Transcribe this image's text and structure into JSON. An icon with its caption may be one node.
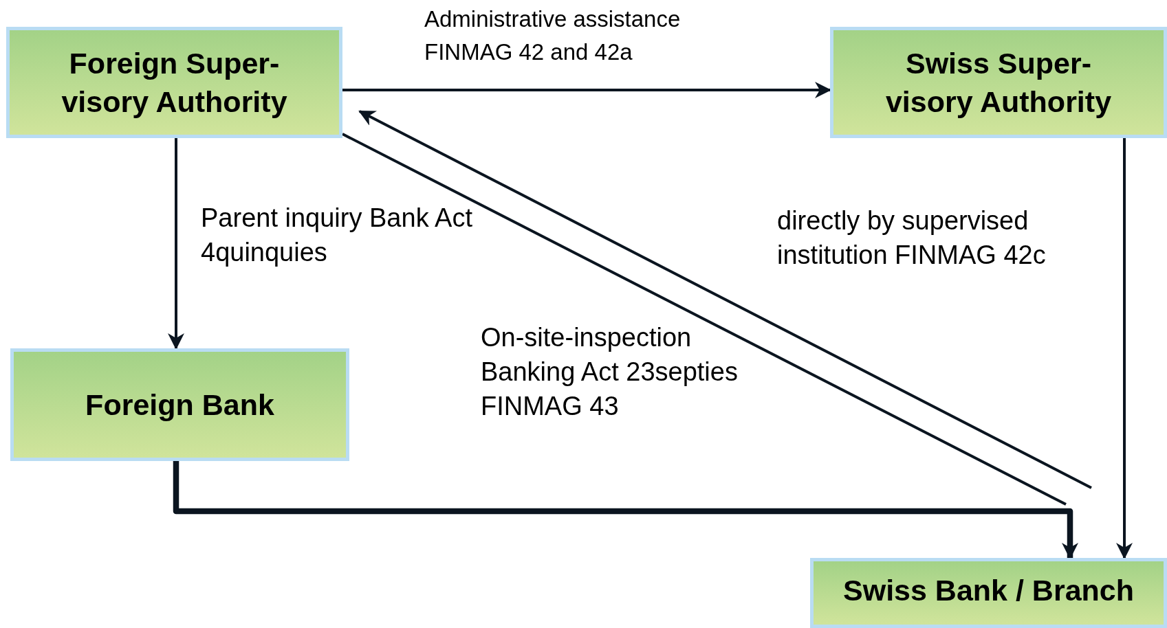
{
  "diagram": {
    "nodes": [
      {
        "text": [
          "Foreign Super- visory Authority"
        ]
      },
      {
        "text": [
          "Swiss Super- visory Authority"
        ]
      },
      {
        "text": [
          "Foreign Bank"
        ]
      },
      {
        "text": [
          "Swiss Bank / Branch"
        ]
      }
    ],
    "edges": [
      {
        "from": 0,
        "to": 1,
        "arrow": "to",
        "label": "Administrative assistance FINMAG 42 and 42a"
      },
      {
        "from": 0,
        "to": 2,
        "arrow": "to",
        "label": "Parent inquiry Bank Act 4quinquies"
      },
      {
        "from": 0,
        "to": null,
        "arrow": "none",
        "label": "On-site-inspection Banking Act 23septies FINMAG 43"
      },
      {
        "from": null,
        "to": 0,
        "arrow": "to",
        "label": "directly by supervised institution FINMAG 42c"
      },
      {
        "from": 2,
        "to": 3,
        "arrow": "to",
        "style": "thick"
      },
      {
        "from": 1,
        "to": 3,
        "arrow": "to"
      }
    ]
  }
}
